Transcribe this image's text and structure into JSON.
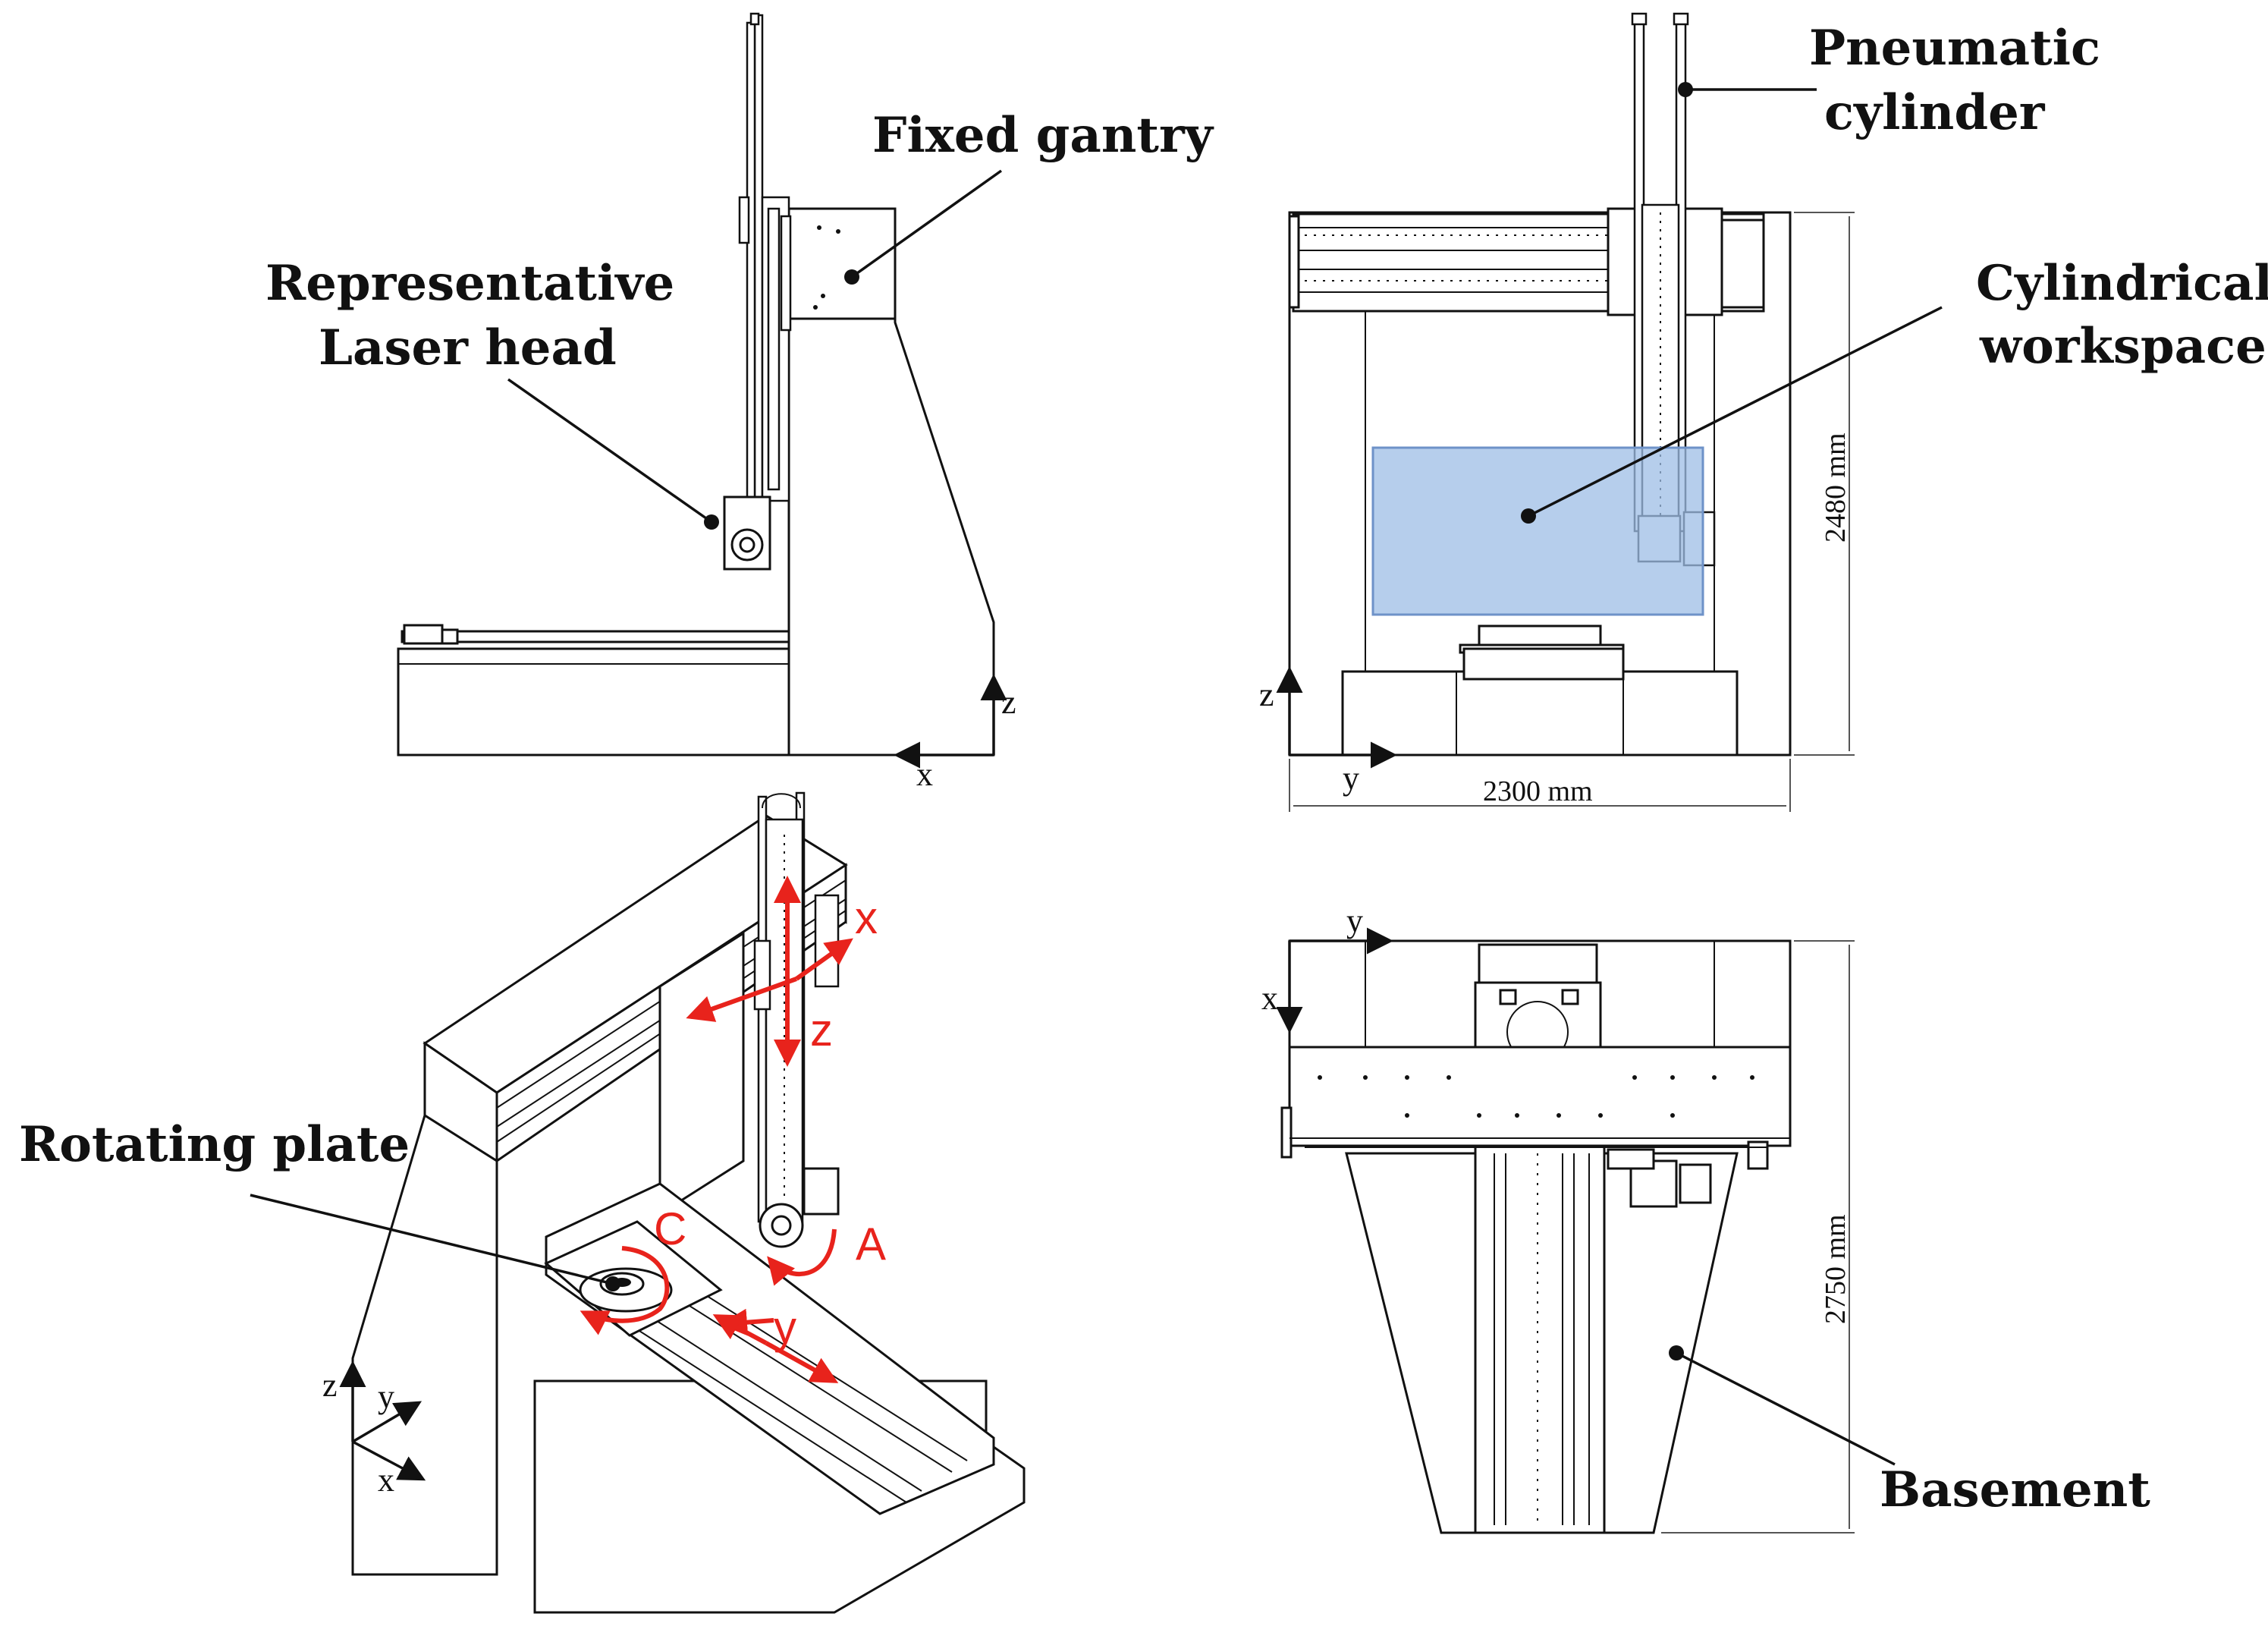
{
  "callouts": {
    "fixed_gantry": "Fixed gantry",
    "laser_head_line1": "Representative",
    "laser_head_line2": "Laser head",
    "pneumatic_line1": "Pneumatic",
    "pneumatic_line2": "cylinder",
    "workspace_line1": "Cylindrical",
    "workspace_line2": "workspace",
    "rotating_plate": "Rotating plate",
    "basement": "Basement"
  },
  "axes": {
    "x": "x",
    "y": "y",
    "z": "z"
  },
  "motion_axes": {
    "x": "x",
    "y": "y",
    "z": "z",
    "a": "A",
    "c": "C"
  },
  "dimensions": {
    "width": "2300 mm",
    "height": "2480 mm",
    "depth": "2750 mm"
  },
  "colors": {
    "workspace_fill": "#9dbde6",
    "motion_red": "#e8231c",
    "line": "#111111"
  }
}
